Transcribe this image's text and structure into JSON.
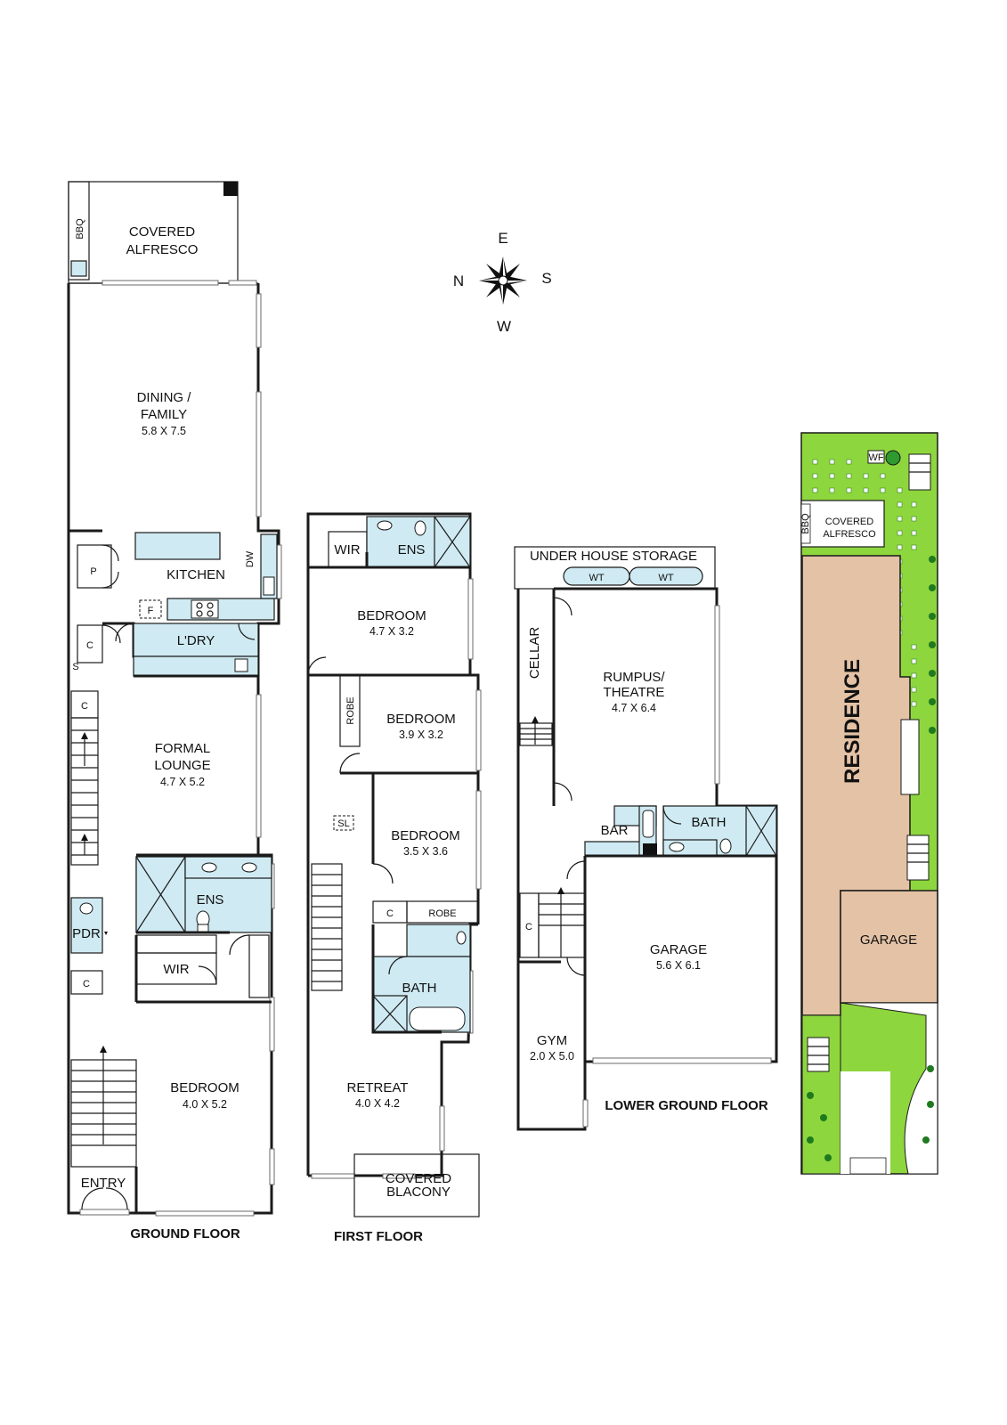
{
  "compass": {
    "n": "N",
    "e": "E",
    "s": "S",
    "w": "W"
  },
  "ground_floor": {
    "title": "GROUND FLOOR",
    "bbq": "BBQ",
    "covered_alfresco": [
      "COVERED",
      "ALFRESCO"
    ],
    "dining_family": {
      "name": [
        "DINING /",
        "FAMILY"
      ],
      "dim": "5.8 X 7.5"
    },
    "pantry": "P",
    "kitchen": "KITCHEN",
    "dishwasher": "DW",
    "fridge": "F",
    "cupboard": "C",
    "laundry": "L'DRY",
    "sink": "S",
    "formal_lounge": {
      "name": [
        "FORMAL",
        "LOUNGE"
      ],
      "dim": "4.7 X 5.2"
    },
    "ensuite": "ENS",
    "powder": "PDR",
    "wir": "WIR",
    "bedroom": {
      "name": "BEDROOM",
      "dim": "4.0 X 5.2"
    },
    "entry": "ENTRY"
  },
  "first_floor": {
    "title": "FIRST FLOOR",
    "wir": "WIR",
    "ensuite": "ENS",
    "bedroom1": {
      "name": "BEDROOM",
      "dim": "4.7 X 3.2"
    },
    "robe_v": "ROBE",
    "bedroom2": {
      "name": "BEDROOM",
      "dim": "3.9 X 3.2"
    },
    "skylight": "SL",
    "bedroom3": {
      "name": "BEDROOM",
      "dim": "3.5 X 3.6"
    },
    "cupboard": "C",
    "robe": "ROBE",
    "bath": "BATH",
    "retreat": {
      "name": "RETREAT",
      "dim": "4.0 X 4.2"
    },
    "balcony": [
      "COVERED",
      "BLACONY"
    ]
  },
  "lower_ground_floor": {
    "title": "LOWER GROUND FLOOR",
    "storage": "UNDER HOUSE STORAGE",
    "wt": "WT",
    "cellar": "CELLAR",
    "rumpus": {
      "name": [
        "RUMPUS/",
        "THEATRE"
      ],
      "dim": "4.7 X 6.4"
    },
    "bar": "BAR",
    "bath": "BATH",
    "cupboard": "C",
    "garage": {
      "name": "GARAGE",
      "dim": "5.6 X 6.1"
    },
    "gym": {
      "name": "GYM",
      "dim": "2.0 X 5.0"
    }
  },
  "site_plan": {
    "wf": "WF",
    "bbq": "BBQ",
    "covered_alfresco": [
      "COVERED",
      "ALFRESCO"
    ],
    "residence": "RESIDENCE",
    "garage": "GARAGE",
    "colors": {
      "garden": "#8ed63e",
      "residence": "#e4c2a5",
      "garage": "#e4c2a5"
    }
  }
}
